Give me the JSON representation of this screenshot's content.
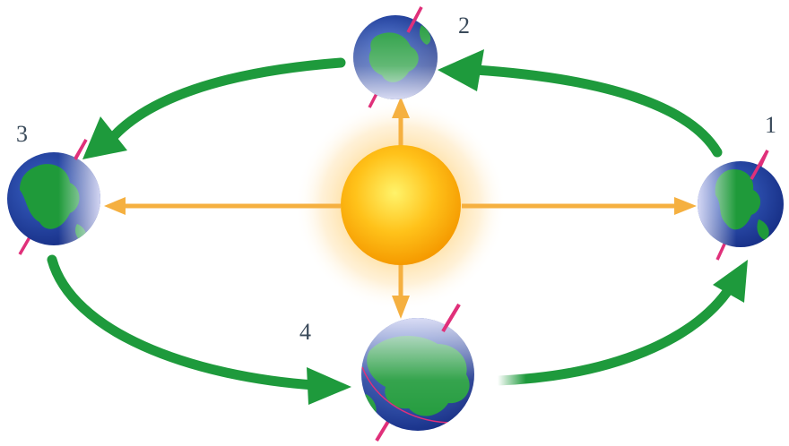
{
  "positions": [
    {
      "id": "1",
      "label": "1"
    },
    {
      "id": "2",
      "label": "2"
    },
    {
      "id": "3",
      "label": "3"
    },
    {
      "id": "4",
      "label": "4"
    }
  ],
  "colors": {
    "orbit_arrow": "#1e9a3c",
    "sun_core": "#ffb400",
    "sun_glow": "#ffe7a8",
    "ray": "#f5b040",
    "ocean": "#1f3f9a",
    "land": "#1f9a3a",
    "axis": "#e0307a",
    "label": "#3a4a5a"
  },
  "icons": [
    "sun-icon",
    "earth-icon",
    "orbit-arrow",
    "sunlight-ray-arrow",
    "earth-axis"
  ]
}
